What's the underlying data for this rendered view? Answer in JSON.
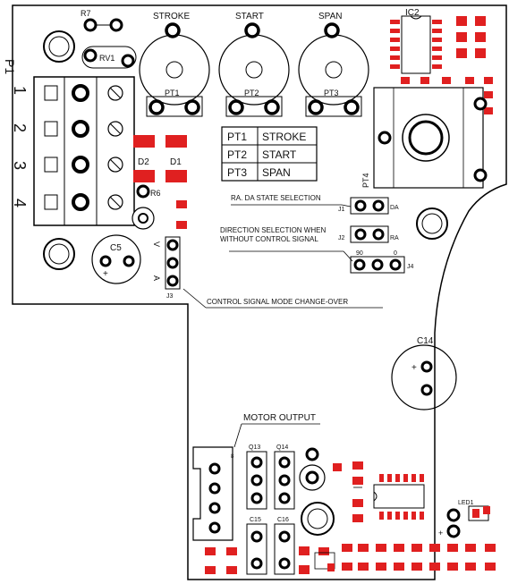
{
  "labels": {
    "r7": "R7",
    "stroke": "STROKE",
    "start": "START",
    "span": "SPAN",
    "ic2": "IC2",
    "p1": "P1",
    "rv1": "RV1",
    "pt1": "PT1",
    "pt2": "PT2",
    "pt3": "PT3",
    "pt4": "PT4",
    "d1": "D1",
    "d2": "D2",
    "r6": "R6",
    "c5": "C5",
    "c14": "C14",
    "j1": "J1",
    "j2": "J2",
    "j3": "J3",
    "j4": "J4",
    "da": "DA",
    "ra": "RA",
    "j4_left": "90",
    "j4_right": "0",
    "j3_v": "V",
    "j3_a": "A",
    "motor_output": "MOTOR OUTPUT",
    "q13": "Q13",
    "q14": "Q14",
    "c15": "C15",
    "c16": "C16",
    "led1": "LED1",
    "plus": "+",
    "connector_pin": "8"
  },
  "terminal_numbers": [
    "1",
    "2",
    "3",
    "4"
  ],
  "pot_table": [
    {
      "pot": "PT1",
      "function": "STROKE"
    },
    {
      "pot": "PT2",
      "function": "START"
    },
    {
      "pot": "PT3",
      "function": "SPAN"
    }
  ],
  "annotations": {
    "state_selection": "RA.  DA STATE SELECTION",
    "direction_line1": "DIRECTION SELECTION WHEN",
    "direction_line2": "WITHOUT CONTROL SIGNAL",
    "signal_mode": "CONTROL SIGNAL MODE CHANGE-OVER"
  },
  "colors": {
    "pad": "#e02020",
    "outline": "#000000",
    "background": "#ffffff"
  }
}
